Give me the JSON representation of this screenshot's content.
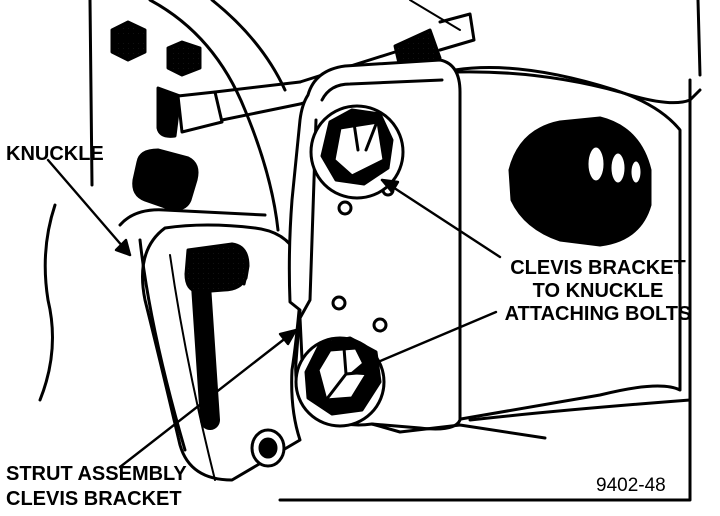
{
  "labels": {
    "knuckle": "KNUCKLE",
    "clevis_bolts_line1": "CLEVIS BRACKET",
    "clevis_bolts_line2": "TO KNUCKLE",
    "clevis_bolts_line3": "ATTACHING BOLTS",
    "strut_line1": "STRUT ASSEMBLY",
    "strut_line2": "CLEVIS BRACKET"
  },
  "figure_number": "9402-48",
  "colors": {
    "ink": "#000000",
    "paper": "#ffffff",
    "shade": "#9a9a9a"
  }
}
